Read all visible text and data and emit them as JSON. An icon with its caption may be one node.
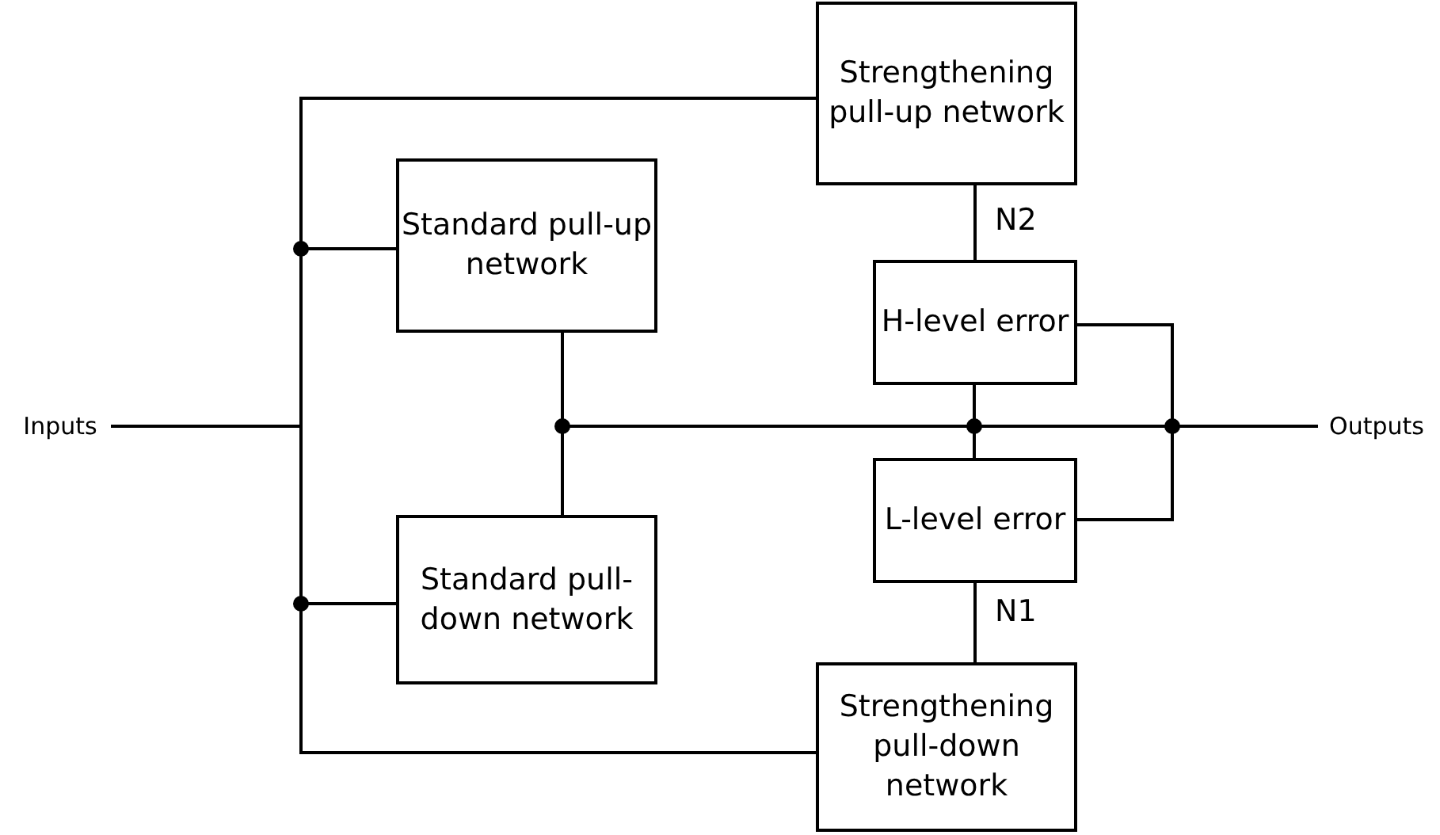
{
  "diagram": {
    "nodes": [
      {
        "text": [
          "Strengthening pull-up network"
        ]
      },
      {
        "text": [
          "Standard pull-up network"
        ]
      },
      {
        "text": [
          "H-level error"
        ]
      },
      {
        "text": [
          "L-level error"
        ]
      },
      {
        "text": [
          "Standard pull-down network"
        ]
      },
      {
        "text": [
          "Strengthening pull-down network"
        ]
      },
      {
        "text": [
          "Inputs"
        ]
      },
      {
        "text": [
          "Outputs"
        ]
      }
    ],
    "edges": [
      {
        "from": 6,
        "to": 0,
        "arrow": "none"
      },
      {
        "from": 6,
        "to": 1,
        "arrow": "none"
      },
      {
        "from": 6,
        "to": 4,
        "arrow": "none"
      },
      {
        "from": 6,
        "to": 5,
        "arrow": "none"
      },
      {
        "from": 1,
        "to": 7,
        "arrow": "none"
      },
      {
        "from": 4,
        "to": 7,
        "arrow": "none"
      },
      {
        "from": 0,
        "to": 2,
        "label": "N2",
        "arrow": "none"
      },
      {
        "from": 5,
        "to": 3,
        "label": "N1",
        "arrow": "none"
      },
      {
        "from": 2,
        "to": 7,
        "arrow": "none"
      },
      {
        "from": 3,
        "to": 7,
        "arrow": "none"
      },
      {
        "from": 2,
        "to": 7,
        "arrow": "none"
      },
      {
        "from": 3,
        "to": 7,
        "arrow": "none"
      }
    ]
  }
}
